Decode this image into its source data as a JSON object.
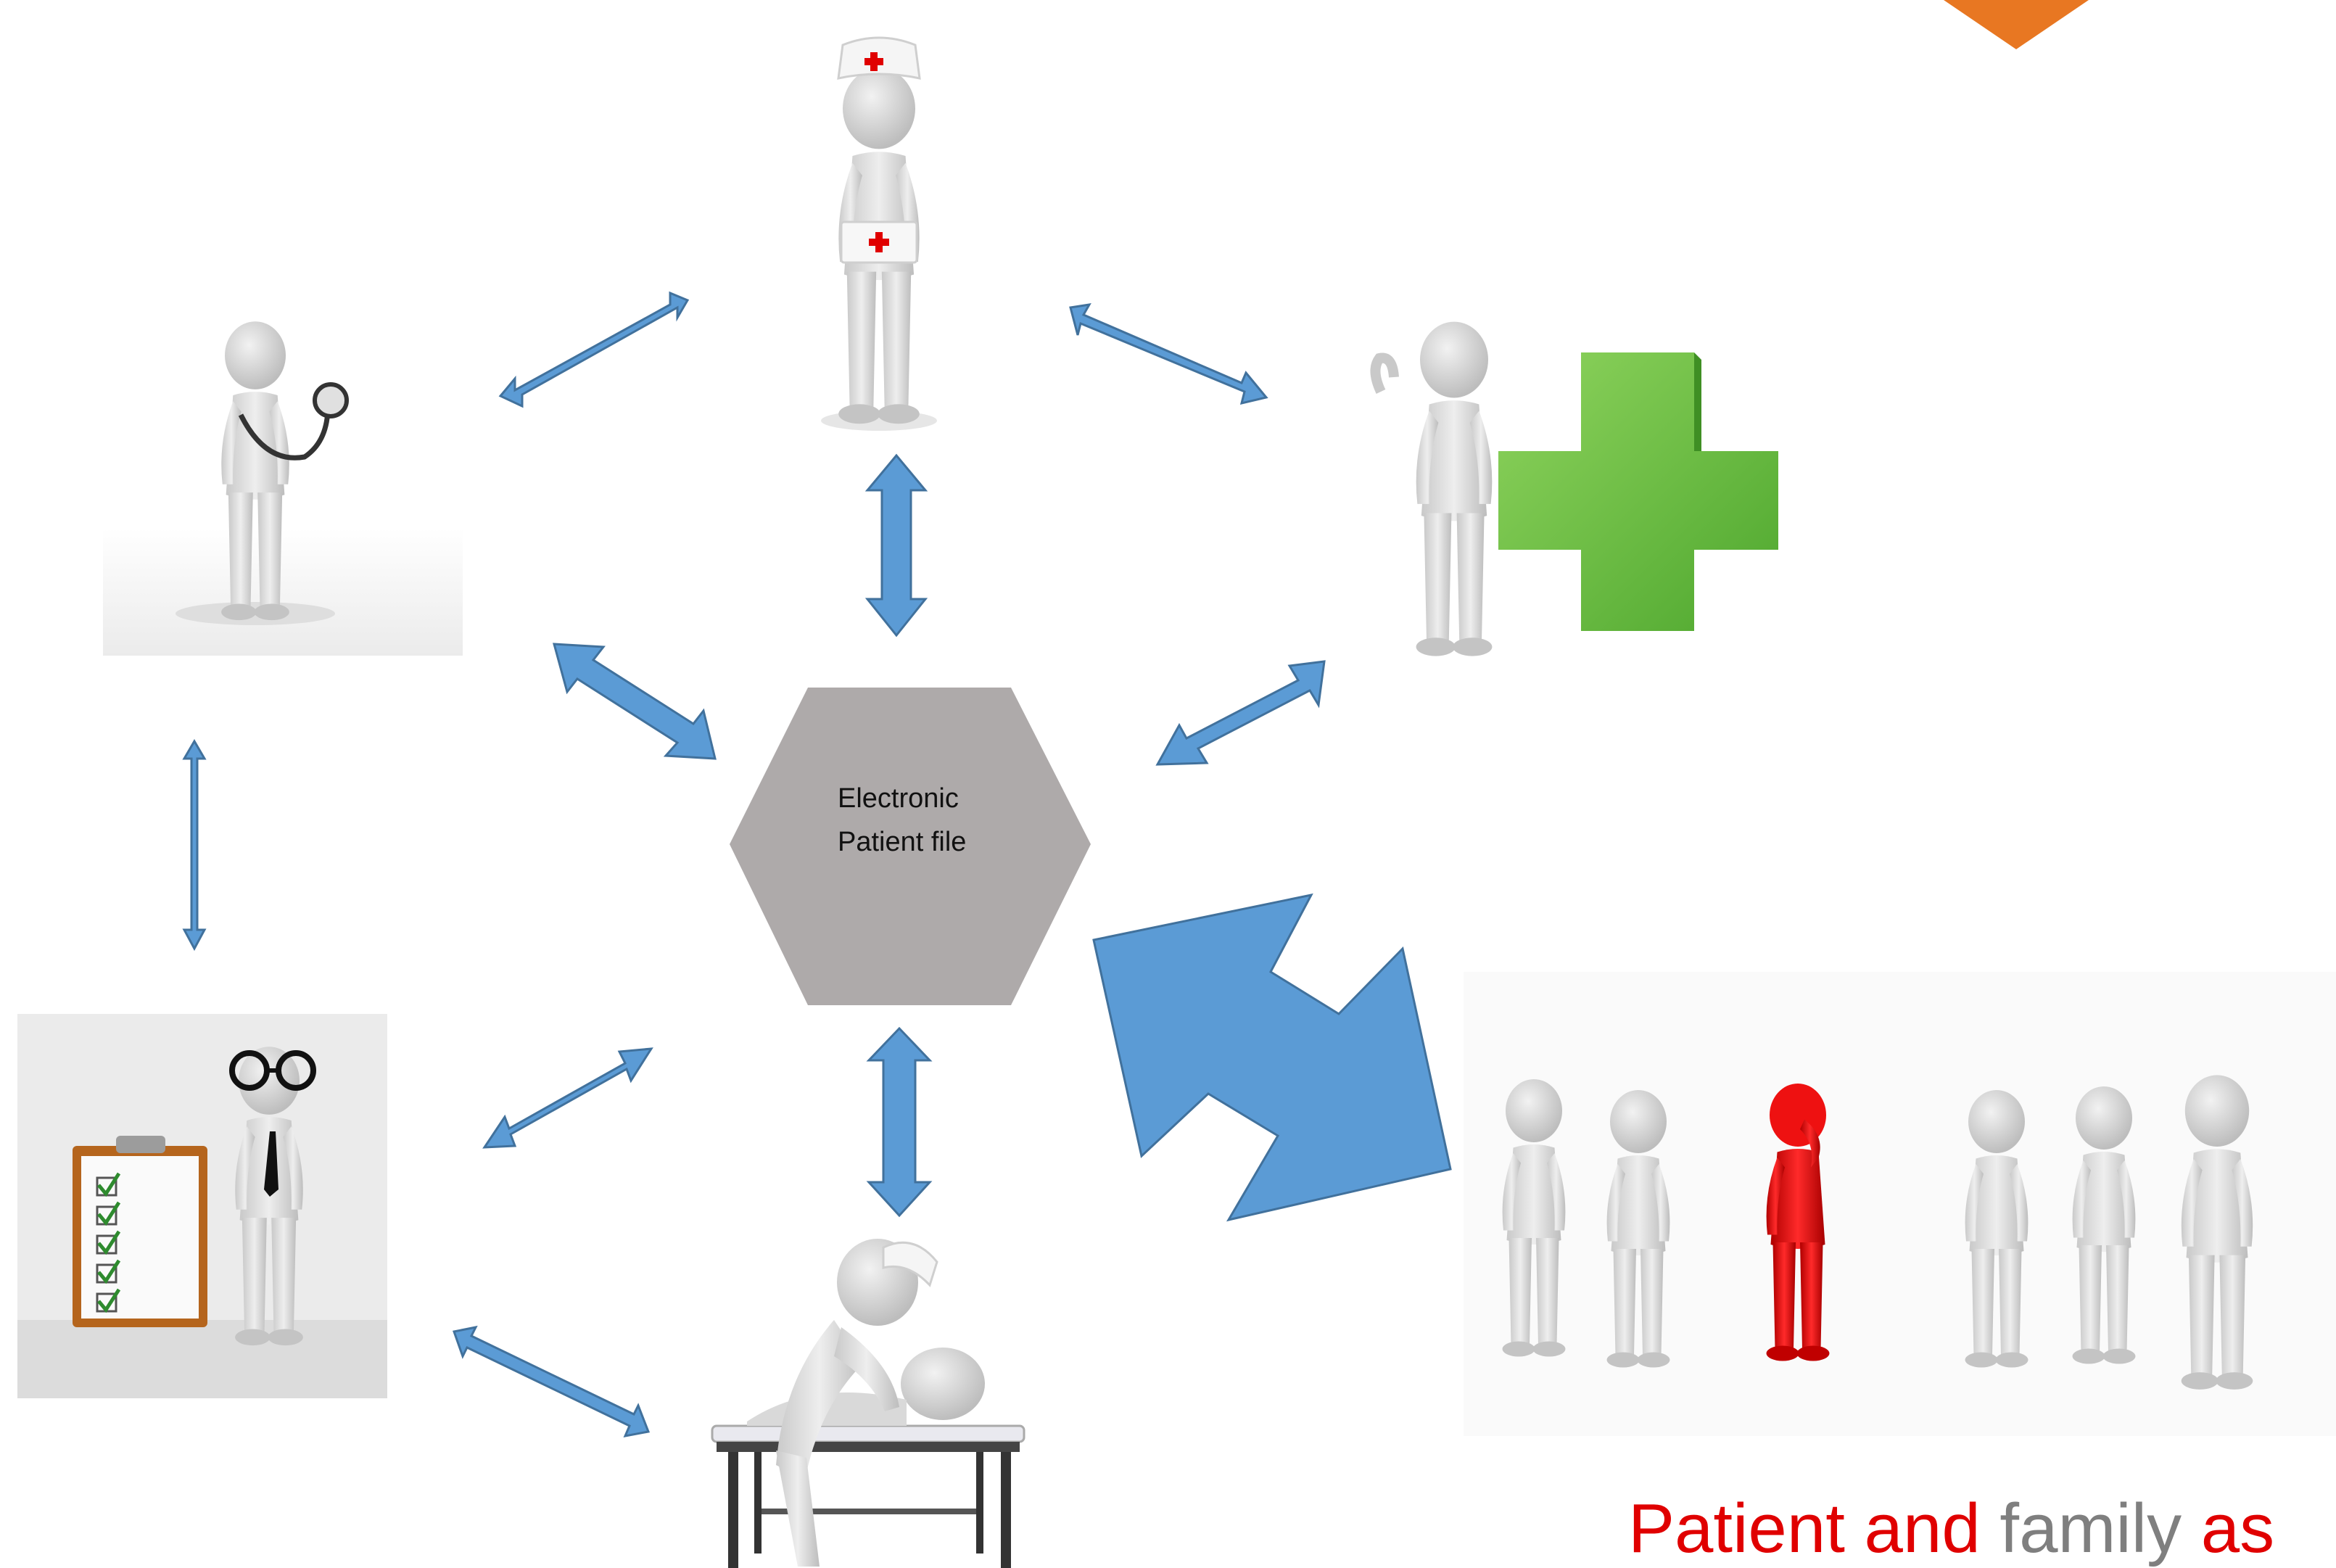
{
  "diagram": {
    "center_node": {
      "label_line1": "Electronic",
      "label_line2": "Patient file",
      "fill": "#aeaaaa"
    },
    "caption": {
      "segments": [
        {
          "text": "Patient ",
          "color": "#e00000"
        },
        {
          "text": "and ",
          "color": "#e00000"
        },
        {
          "text": "family ",
          "color": "#7f7f7f"
        },
        {
          "text": "as",
          "color": "#e00000"
        }
      ]
    },
    "colors": {
      "arrow": "#5b9bd5",
      "arrow_outline": "#41719c",
      "figure": "#d6d6d6",
      "accent_orange": "#e87722",
      "plus_green": "#6cc24a",
      "patient_red": "#e00000"
    },
    "figures": [
      {
        "id": "nurse",
        "icon": "nurse-icon"
      },
      {
        "id": "doctor",
        "icon": "doctor-stethoscope-icon"
      },
      {
        "id": "pharmacist",
        "icon": "green-plus-figure-icon"
      },
      {
        "id": "administrator",
        "icon": "checklist-figure-icon"
      },
      {
        "id": "physiotherapist",
        "icon": "massage-table-figure-icon"
      },
      {
        "id": "patient-family",
        "icon": "patient-family-group-icon"
      }
    ]
  }
}
